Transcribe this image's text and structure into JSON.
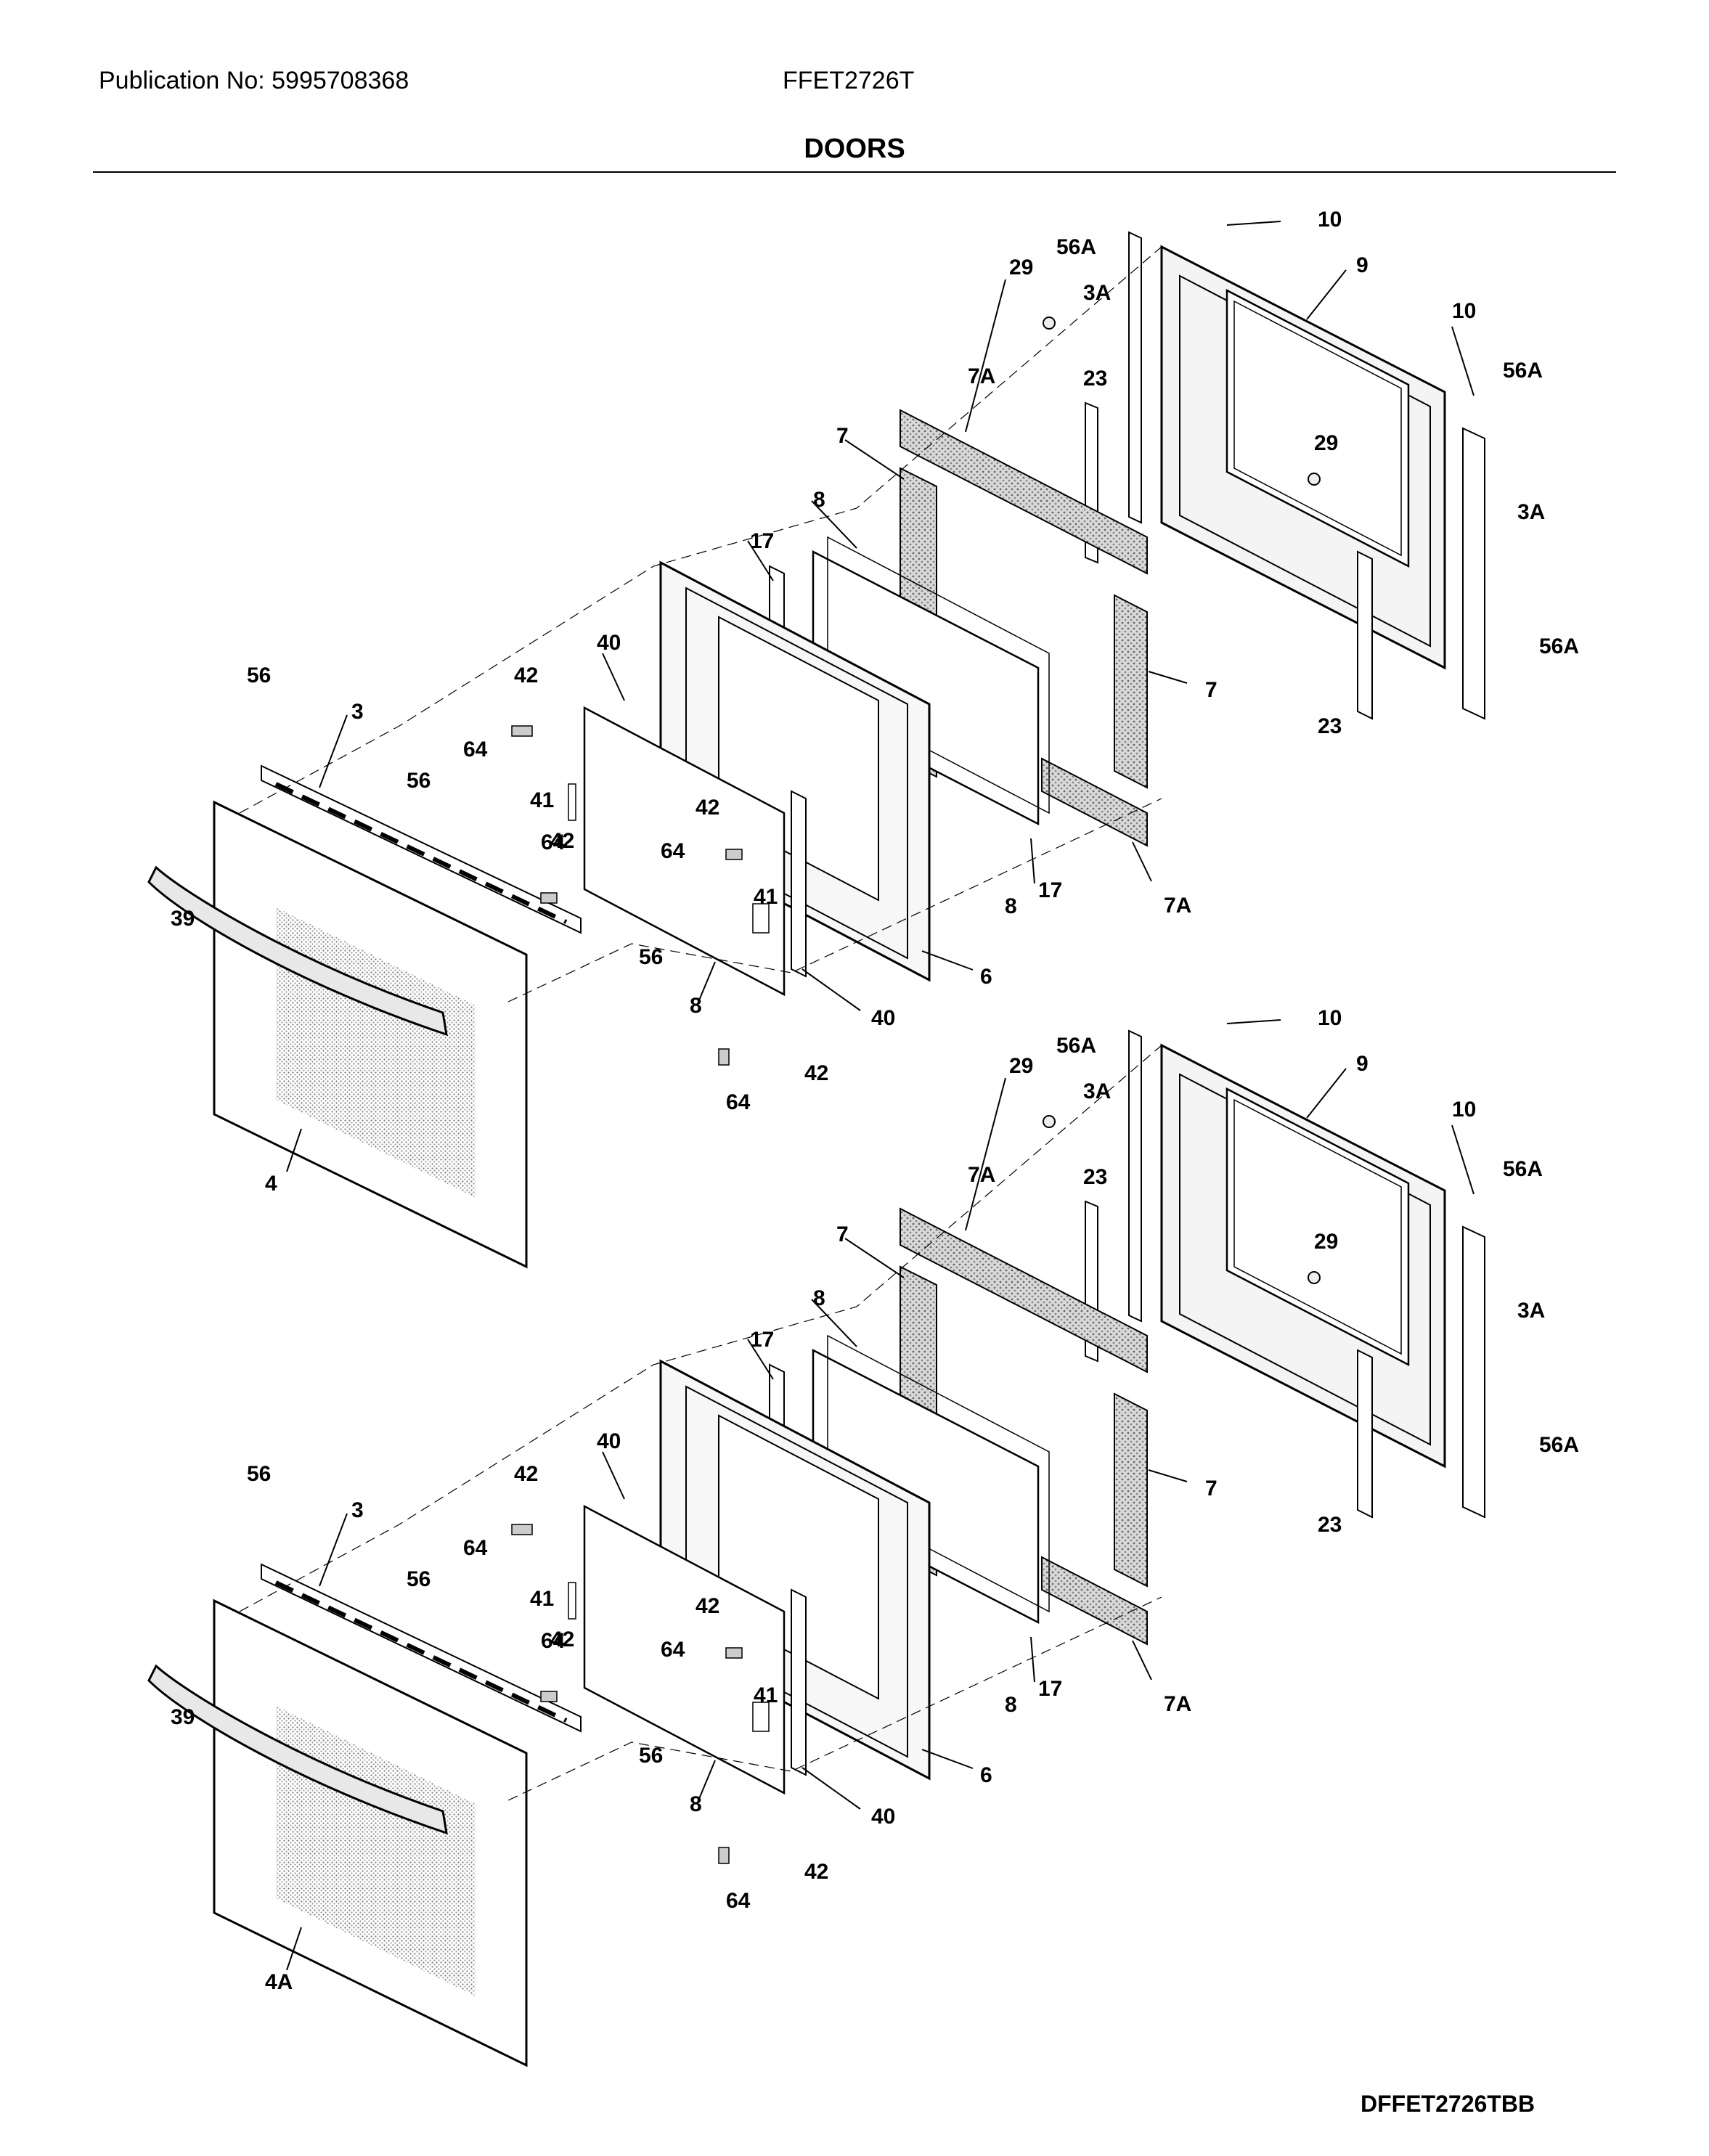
{
  "header": {
    "publication": "Publication No: 5995708368",
    "model": "FFET2726T",
    "title": "DOORS"
  },
  "footer": {
    "drawing_id": "DFFET2726TBB"
  },
  "upper_door": {
    "labels": [
      "10",
      "56A",
      "29",
      "3A",
      "9",
      "10",
      "56A",
      "23",
      "7A",
      "7",
      "29",
      "3A",
      "8",
      "17",
      "40",
      "56",
      "42",
      "3",
      "7",
      "56A",
      "64",
      "41",
      "56",
      "42",
      "23",
      "64",
      "42",
      "64",
      "41",
      "39",
      "56",
      "8",
      "17",
      "7A",
      "6",
      "8",
      "40",
      "42",
      "64",
      "4"
    ]
  },
  "lower_door": {
    "labels": [
      "10",
      "56A",
      "29",
      "3A",
      "9",
      "10",
      "56A",
      "23",
      "7A",
      "7",
      "29",
      "3A",
      "8",
      "17",
      "40",
      "56",
      "42",
      "3",
      "7",
      "56A",
      "64",
      "41",
      "56",
      "42",
      "23",
      "64",
      "42",
      "64",
      "41",
      "39",
      "56",
      "8",
      "17",
      "7A",
      "6",
      "8",
      "40",
      "42",
      "64",
      "4A"
    ]
  }
}
